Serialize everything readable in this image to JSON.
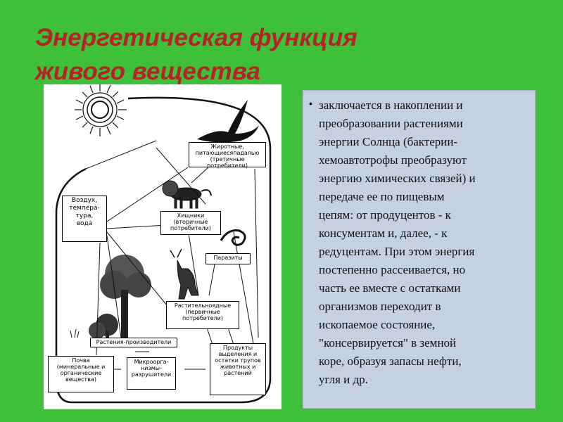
{
  "title": "Энергетическая функция\nживого вещества",
  "description": {
    "bullet": "•",
    "text": "заключается в накоплении и\nпреобразовании растениями\nэнергии Солнца (бактерии-\nхемоавтотрофы преобразуют\nэнергию химических связей) и\nпередаче ее по пищевым\nцепям: от продуцентов - к\nконсументам и, далее, - к\nредуцентам. При этом энергия\nпостепенно рассеивается, но\nчасть ее вместе с остатками\nорганизмов переходит в\nископаемое состояние,\n\"консервируется\" в земной\nкоре, образуя запасы нефти,\nугля и др."
  },
  "diagram": {
    "tertiary": "Жиротные,\nпитающиесяпадалью\n(третичные потребители)",
    "air": "Воздух,\nтемпера-\nтура,\nвода",
    "predators": "Хищники\n(вторичные\nпотребители)",
    "parasites": "Паразиты",
    "herbivores": "Растительноядные\n(первичные\nпотребители)",
    "producers": "Растения-производители",
    "soil": "Почва\n(минеральные и\nорганические\nвещества)",
    "microorg": "Микроорга-\nнизмы-\nразрушители",
    "products": "Продукты\nвыделения и\nостатки трупов\nживотных и\nрастений"
  }
}
